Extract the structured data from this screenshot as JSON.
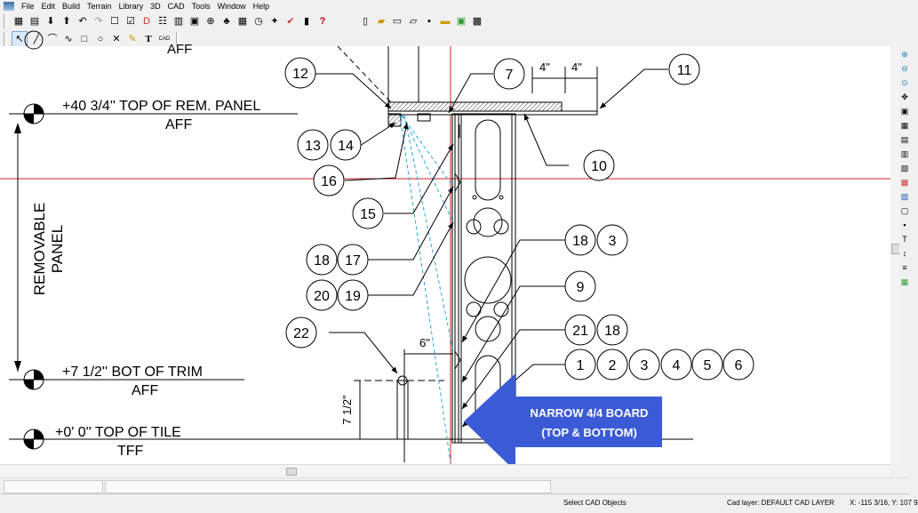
{
  "menu": [
    "File",
    "Edit",
    "Build",
    "Terrain",
    "Library",
    "3D",
    "CAD",
    "Tools",
    "Window",
    "Help"
  ],
  "toolbar1_icons": [
    "open-folder-icon",
    "print-icon",
    "arrow-down-icon",
    "arrow-up-icon",
    "undo-icon",
    "redo-icon",
    "select-icon",
    "checkbox-icon",
    "dimension-icon",
    "list-icon",
    "layers-icon",
    "camera-icon",
    "zoom-icon",
    "tree-icon",
    "grid-icon",
    "clock-icon",
    "walk-icon",
    "check-icon",
    "help-icon",
    "new-doc-icon",
    "open-icon",
    "save-icon",
    "save-all-icon",
    "folder-icon",
    "export-icon"
  ],
  "toolbar2_icons": [
    "select-arrow-icon",
    "line-icon",
    "arc-icon",
    "spline-icon",
    "rectangle-icon",
    "circle-icon",
    "x-icon",
    "pencil-icon",
    "text-icon",
    "cad-layer-icon"
  ],
  "drawing": {
    "elev_top_partial": "AFF",
    "elev1_label": "+40 3/4'' TOP OF REM. PANEL",
    "elev1_sub": "AFF",
    "elev2_label": "+7 1/2'' BOT OF TRIM",
    "elev2_sub": "AFF",
    "elev3_label": "+0' 0'' TOP OF TILE",
    "elev3_sub": "TFF",
    "vertical_label_1": "REMOVABLE",
    "vertical_label_2": "PANEL",
    "dim_4a": "4\"",
    "dim_4b": "4\"",
    "dim_6": "6\"",
    "dim_7_5": "7 1/2\"",
    "callouts": [
      "12",
      "7",
      "11",
      "13",
      "14",
      "16",
      "10",
      "15",
      "18",
      "17",
      "3",
      "20",
      "19",
      "9",
      "22",
      "21",
      "1",
      "2",
      "4",
      "5",
      "6"
    ],
    "annotation_line1": "NARROW 4/4 BOARD",
    "annotation_line2": "(TOP & BOTTOM)"
  },
  "status": {
    "message": "Select CAD Objects",
    "cad_layer": "Cad layer:  DEFAULT CAD LAYER",
    "coords": "X: -115 3/16, Y: 107 9"
  },
  "colors": {
    "annotation_blue": "#3b5bd6",
    "red_axis": "#d22020",
    "dash_blue": "#29a6d6"
  }
}
